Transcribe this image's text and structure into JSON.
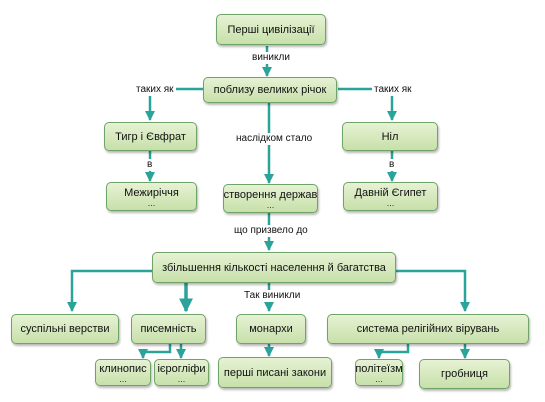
{
  "nodes": {
    "root": "Перші цивілізації",
    "rivers": "поблизу великих річок",
    "tigris": "Тигр і Євфрат",
    "nile": "Ніл",
    "mesopotamia": "Межиріччя",
    "states": "створення держав",
    "egypt": "Давній Єгипет",
    "growth": "збільшення кількості населення й багатства",
    "classes": "суспільні верстви",
    "writing": "писемність",
    "monarchs": "монархи",
    "religion": "система релігійних вірувань",
    "cuneiform": "клинопис",
    "hieroglyphs": "ієрогліфи",
    "laws": "перші писані закони",
    "polytheism": "політеїзм",
    "tombs": "гробниця",
    "ellipsis": "..."
  },
  "edge_labels": {
    "arose": "виникли",
    "such_as_left": "таких як",
    "such_as_right": "таких як",
    "in_left": "в",
    "in_right": "в",
    "consequence": "наслідком стало",
    "led_to": "що призвело до",
    "so_arose": "Так виникли"
  },
  "colors": {
    "line": "#2aa39a",
    "node_top": "#e6f2d4",
    "node_bottom": "#c7e0aa",
    "node_border": "#6fa368"
  }
}
